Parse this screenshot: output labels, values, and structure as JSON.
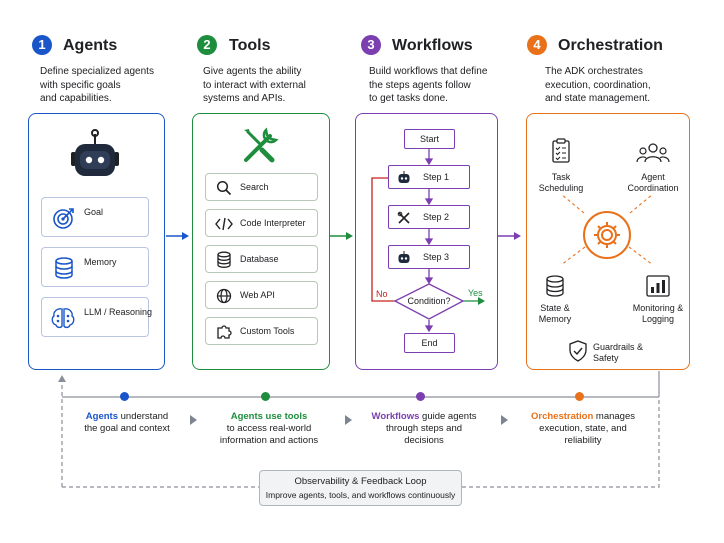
{
  "sections": [
    {
      "num": "1",
      "title": "Agents",
      "color": "#1a56c9",
      "desc": "Define specialized agents\nwith specific goals\nand capabilities."
    },
    {
      "num": "2",
      "title": "Tools",
      "color": "#1e8e3e",
      "desc": "Give agents the ability\nto interact with external\nsystems and APIs."
    },
    {
      "num": "3",
      "title": "Workflows",
      "color": "#7b3fb0",
      "desc": "Build workflows that define\nthe steps agents follow\nto get tasks done."
    },
    {
      "num": "4",
      "title": "Orchestration",
      "color": "#e8711a",
      "desc": "The ADK orchestrates\nexecution, coordination,\nand state management."
    }
  ],
  "agents": {
    "cards": [
      "Goal",
      "Memory",
      "LLM / Reasoning"
    ]
  },
  "tools": {
    "items": [
      "Search",
      "Code Interpreter",
      "Database",
      "Web API",
      "Custom Tools"
    ]
  },
  "workflow": {
    "start": "Start",
    "step1": "Step 1",
    "step2": "Step 2",
    "step3": "Step 3",
    "condition": "Condition?",
    "yes": "Yes",
    "no": "No",
    "end": "End"
  },
  "orchestration": {
    "task": "Task\nScheduling",
    "coord": "Agent\nCoordination",
    "state": "State &\nMemory",
    "monitor": "Monitoring &\nLogging",
    "guard": "Guardrails &\nSafety"
  },
  "bottom": [
    {
      "strong": "Agents",
      "rest": " understand\nthe goal and context",
      "color": "#1a56c9"
    },
    {
      "strong": "Agents use tools",
      "rest": "\nto access real-world\ninformation and actions",
      "color": "#1e8e3e"
    },
    {
      "strong": "Workflows",
      "rest": " guide agents\nthrough steps and\ndecisions",
      "color": "#7b3fb0"
    },
    {
      "strong": "Orchestration",
      "rest": " manages\nexecution, state, and\nreliability",
      "color": "#e8711a"
    }
  ],
  "feedback": {
    "title": "Observability & Feedback Loop",
    "subtitle": "Improve agents, tools, and workflows continuously"
  }
}
